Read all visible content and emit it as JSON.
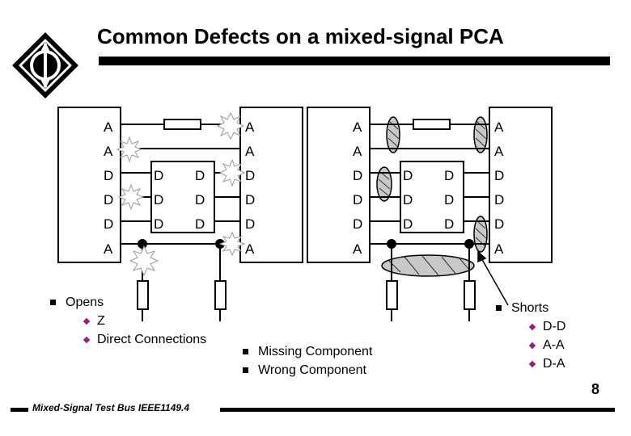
{
  "slide": {
    "title": "Common Defects on a mixed-signal PCA",
    "footer": "Mixed-Signal Test Bus IEEE1149.4",
    "page_number": "8"
  },
  "left_circuit": {
    "chip1_pins": [
      "A",
      "A",
      "D",
      "D",
      "D",
      "A"
    ],
    "mid_left_pins": [
      "D",
      "D",
      "D"
    ],
    "mid_right_pins": [
      "D",
      "D",
      "D"
    ],
    "chip2_pins": [
      "A",
      "A",
      "D",
      "D",
      "D",
      "A"
    ]
  },
  "right_circuit": {
    "chip1_pins": [
      "A",
      "A",
      "D",
      "D",
      "D",
      "A"
    ],
    "mid_left_pins": [
      "D",
      "D",
      "D"
    ],
    "mid_right_pins": [
      "D",
      "D",
      "D"
    ],
    "chip2_pins": [
      "A",
      "A",
      "D",
      "D",
      "D",
      "A"
    ]
  },
  "lists": {
    "opens": {
      "heading": "Opens",
      "items": [
        "Z",
        "Direct Connections"
      ]
    },
    "missing": [
      "Missing Component",
      "Wrong Component"
    ],
    "shorts": {
      "heading": "Shorts",
      "items": [
        "D-D",
        "A-A",
        "D-A"
      ]
    }
  },
  "colors": {
    "accent_bullet": "#9a1c7b",
    "highlight": "#c8c8c8"
  }
}
